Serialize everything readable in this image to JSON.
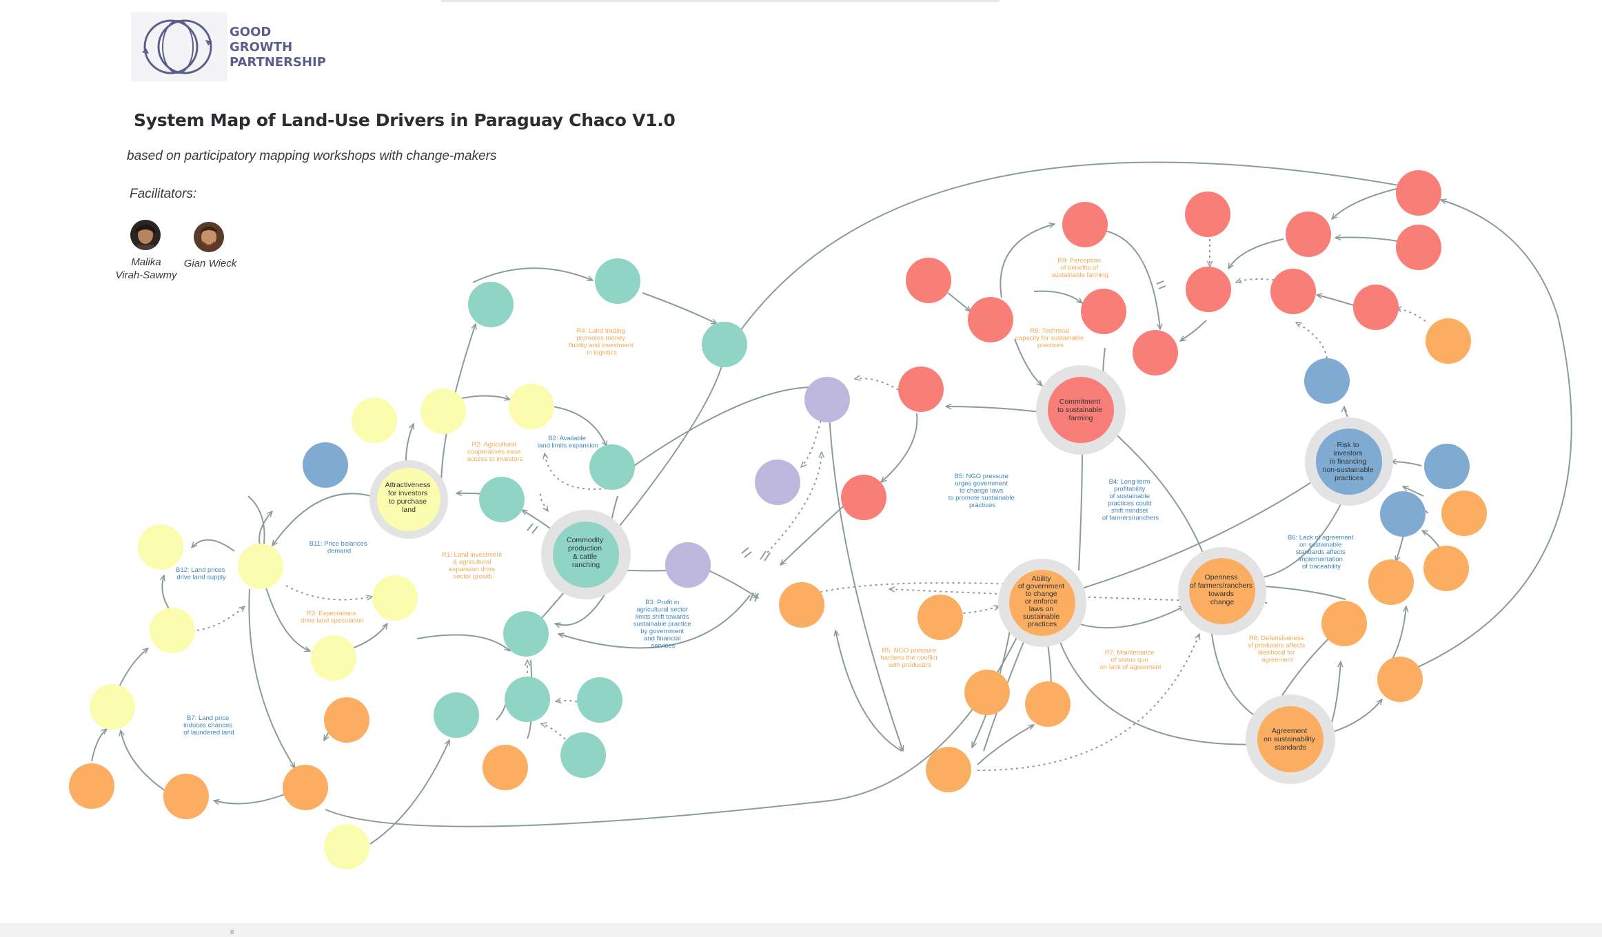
{
  "header": {
    "logo_lines": [
      "GOOD",
      "GROWTH",
      "PARTNERSHIP"
    ],
    "title": "System Map of Land-Use Drivers in Paraguay Chaco V1.0",
    "subtitle": "based on participatory mapping workshops with change-makers",
    "facilitators_label": "Facilitators:",
    "facilitators": [
      {
        "name_lines": [
          "Malika",
          "Virah-Sawmy"
        ]
      },
      {
        "name_lines": [
          "Gian Wieck"
        ]
      }
    ]
  },
  "colors": {
    "teal": "#8fd4c4",
    "yellow": "#fcfcae",
    "orange": "#fbae62",
    "red": "#f87e77",
    "purple": "#bdb7de",
    "blue": "#7faad2",
    "halo": "#e3e3e3",
    "link": "#8c9a9a",
    "loop_orange_text": "#f0aa55",
    "loop_blue_text": "#3f88bb"
  },
  "key_nodes": [
    {
      "id": "attractiveness",
      "label_lines": [
        "Attractiveness",
        "for investors",
        "to purchase",
        "land"
      ]
    },
    {
      "id": "commodity",
      "label_lines": [
        "Commodity",
        "production",
        "& cattle",
        "ranching"
      ]
    },
    {
      "id": "commitment",
      "label_lines": [
        "Commitment",
        "to sustainable",
        "farming"
      ]
    },
    {
      "id": "risk",
      "label_lines": [
        "Risk to",
        "investors",
        "in financing",
        "non-sustainable",
        "practices"
      ]
    },
    {
      "id": "ability",
      "label_lines": [
        "Ability",
        "of government",
        "to change",
        "or enforce",
        "laws on",
        "sustainable",
        "practices"
      ]
    },
    {
      "id": "openness",
      "label_lines": [
        "Openness",
        "of farmers/ranchers",
        "towards",
        "change"
      ]
    },
    {
      "id": "agreement",
      "label_lines": [
        "Agreement",
        "on sustainability",
        "standards"
      ]
    }
  ],
  "loop_labels": [
    {
      "id": "R4",
      "color": "orange",
      "lines": [
        "R4: Land trading",
        "promotes money",
        "fluidity and investment",
        "in logistics"
      ]
    },
    {
      "id": "R2",
      "color": "orange",
      "lines": [
        "R2: Agricultural",
        "cooperatives ease",
        "access to investors"
      ]
    },
    {
      "id": "B2",
      "color": "blue",
      "lines": [
        "B2: Available",
        "land limits expansion"
      ]
    },
    {
      "id": "B11",
      "color": "blue",
      "lines": [
        "B11: Price balances",
        "demand"
      ]
    },
    {
      "id": "R1",
      "color": "orange",
      "lines": [
        "R1: Land investment",
        "& agricultural",
        "expansion drive",
        "sector growth"
      ]
    },
    {
      "id": "B12",
      "color": "blue",
      "lines": [
        "B12: Land prices",
        "drive land supply"
      ]
    },
    {
      "id": "R3",
      "color": "orange",
      "lines": [
        "R3: Expectations",
        "drive land speculation"
      ]
    },
    {
      "id": "B7",
      "color": "blue",
      "lines": [
        "B7: Land price",
        "induces chances",
        "of laundered land"
      ]
    },
    {
      "id": "B3",
      "color": "blue",
      "lines": [
        "B3: Profit in",
        "agricultural sector",
        "limits shift towards",
        "sustainable practice",
        "by government",
        "and financial",
        "services"
      ]
    },
    {
      "id": "R9",
      "color": "orange",
      "lines": [
        "R9: Perception",
        "of benefits of",
        "sustainable farming"
      ]
    },
    {
      "id": "R8",
      "color": "orange",
      "lines": [
        "R8: Technical",
        "capacity for sustainable",
        "practices"
      ]
    },
    {
      "id": "B5",
      "color": "blue",
      "lines": [
        "B5: NGO pressure",
        "urges government",
        "to change laws",
        "to promote sustainable",
        "practices"
      ]
    },
    {
      "id": "B4",
      "color": "blue",
      "lines": [
        "B4: Long-term",
        "profitability",
        "of sustainable",
        "practices could",
        "shift mindset",
        "of farmers/ranchers"
      ]
    },
    {
      "id": "B6",
      "color": "blue",
      "lines": [
        "B6: Lack of agreement",
        "on sustainable",
        "standards affects",
        "implementation",
        "of traceability"
      ]
    },
    {
      "id": "R5",
      "color": "orange",
      "lines": [
        "R5: NGO pressure",
        "hardens the conflict",
        "with producers"
      ]
    },
    {
      "id": "R7",
      "color": "orange",
      "lines": [
        "R7: Maintenance",
        "of status quo",
        "on lack of agreement"
      ]
    },
    {
      "id": "R6",
      "color": "orange",
      "lines": [
        "R6: Defensiveness",
        "of producers affects",
        "likelihood for",
        "agreement"
      ]
    }
  ],
  "footer_mark": "R"
}
